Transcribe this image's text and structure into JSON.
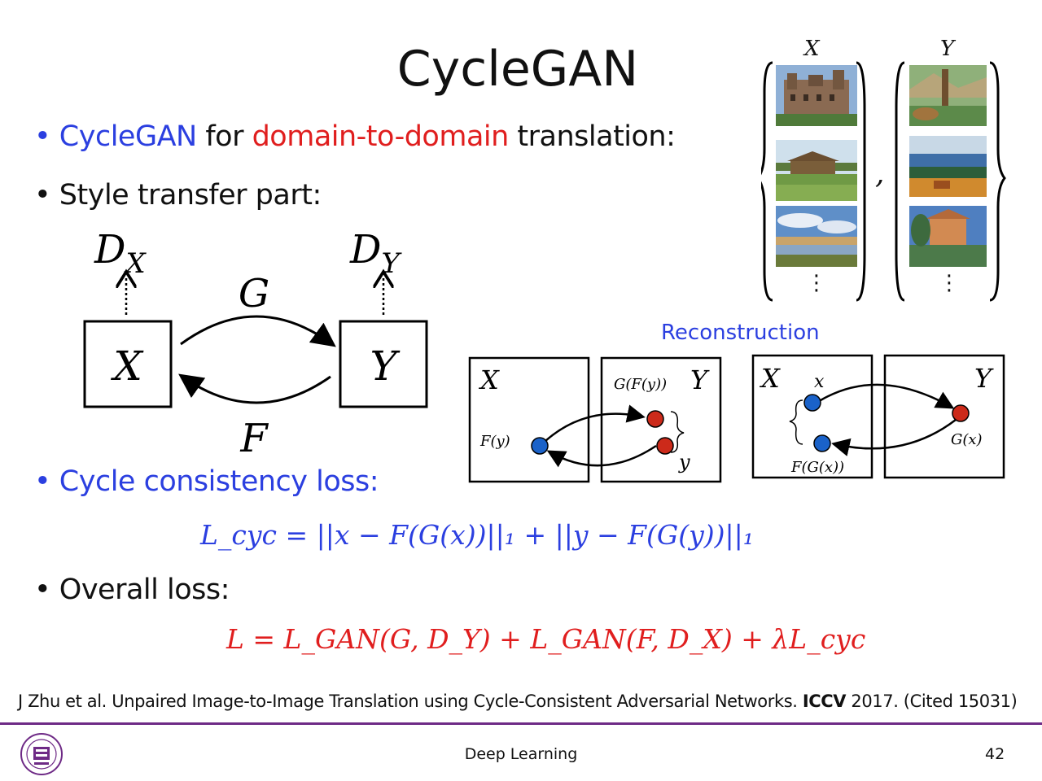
{
  "slide": {
    "title": "CycleGAN",
    "bullets": {
      "b1": {
        "dot": "•",
        "part1": "CycleGAN",
        "part2": " for ",
        "part3": "domain-to-domain",
        "part4": " translation:"
      },
      "b2": {
        "dot": "•",
        "text": "Style transfer part:"
      },
      "b3": {
        "dot": "•",
        "text": "Cycle consistency loss:"
      },
      "b4": {
        "dot": "•",
        "text": "Overall loss:"
      }
    },
    "equations": {
      "cyc": "L_cyc = ||x − F(G(x))||₁ + ||y − F(G(y))||₁",
      "overall": "L = L_GAN(G, D_Y) + L_GAN(F, D_X) + λL_cyc"
    },
    "citation": {
      "pre": "J Zhu et al. Unpaired Image-to-Image Translation using Cycle-Consistent Adversarial Networks. ",
      "venue": "ICCV",
      "post": " 2017. (Cited 15031)"
    },
    "footer": {
      "course": "Deep Learning",
      "page": "42"
    }
  },
  "diagram_gan": {
    "nodes": {
      "x": "X",
      "y": "Y"
    },
    "discriminators": {
      "dx": "D",
      "dx_sub": "X",
      "dy": "D",
      "dy_sub": "Y"
    },
    "mappings": {
      "g": "G",
      "f": "F"
    }
  },
  "diagram_reconstruction": {
    "heading": "Reconstruction",
    "left_panel": {
      "x_label": "X",
      "y_label": "Y",
      "fy_label": "F(y)",
      "gfy_label": "G(F(y))",
      "y_point": "y"
    },
    "right_panel": {
      "x_label": "X",
      "y_label": "Y",
      "x_point": "x",
      "gx_label": "G(x)",
      "fgx_label": "F(G(x))"
    }
  },
  "image_sets": {
    "x_label": "X",
    "y_label": "Y",
    "ellipsis": "⋮",
    "comma": ","
  },
  "colors": {
    "accent_blue": "#2b3fe0",
    "accent_red": "#e01e1e",
    "point_blue": "#1a62c9",
    "point_red": "#cc2a1a",
    "footer_purple": "#6e2a86"
  }
}
